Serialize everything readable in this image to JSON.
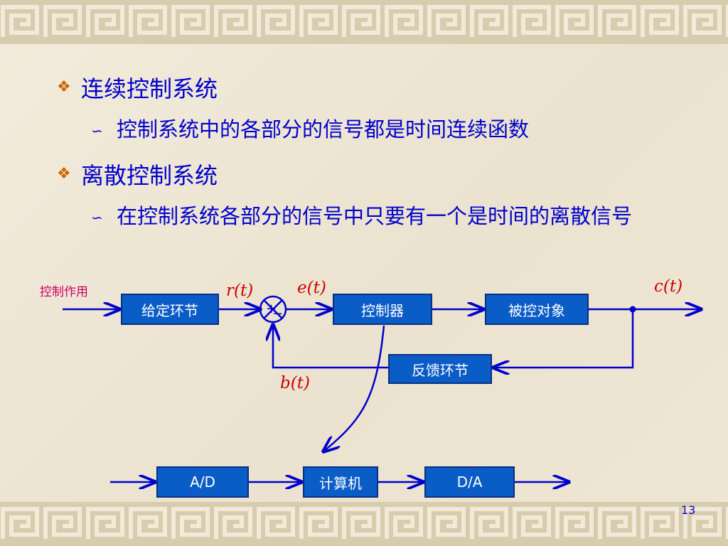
{
  "bullets": [
    {
      "level": 1,
      "text": "连续控制系统"
    },
    {
      "level": 2,
      "text": "控制系统中的各部分的信号都是时间连续函数"
    },
    {
      "level": 1,
      "text": "离散控制系统"
    },
    {
      "level": 2,
      "text": "在控制系统各部分的信号中只要有一个是时间的离散信号"
    }
  ],
  "markers": {
    "level1": "❖",
    "level2": "∽"
  },
  "diagram": {
    "input_label": "控制作用",
    "blocks": {
      "given": "给定环节",
      "controller": "控制器",
      "plant": "被控对象",
      "feedback": "反馈环节",
      "ad": "A/D",
      "computer": "计算机",
      "da": "D/A"
    },
    "signals": {
      "r": "r(t)",
      "e": "e(t)",
      "c": "c(t)",
      "b": "b(t)"
    },
    "summing_signs": {
      "plus": "+",
      "minus": "−"
    }
  },
  "page_number": "13",
  "colors": {
    "text": "#0000cc",
    "block_fill": "#0a5cc7",
    "signal": "#cc0000",
    "input_label": "#cc0066",
    "bullet_orange": "#cc6600"
  }
}
